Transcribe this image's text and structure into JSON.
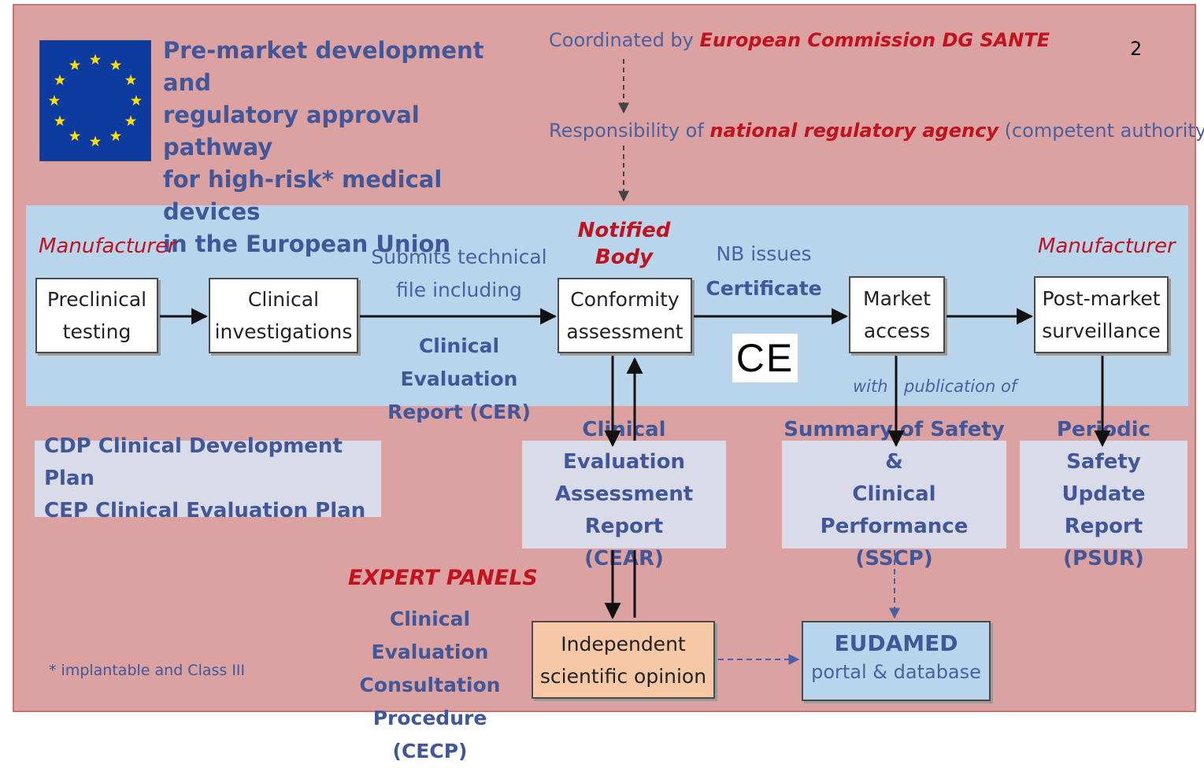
{
  "header": {
    "title_lines": "Pre-market development and\nregulatory approval pathway\nfor high-risk* medical devices\nin the European Union",
    "page_number": "2",
    "coordinated_prefix": "Coordinated by ",
    "coordinated_org": "European Commission DG SANTE",
    "responsibility_prefix": "Responsibility of ",
    "responsibility_agency": "national regulatory agency",
    "responsibility_suffix": " (competent authority)"
  },
  "roles": {
    "manufacturer_left": "Manufacturer",
    "notified_body": "Notified\nBody",
    "manufacturer_right": "Manufacturer"
  },
  "flow": {
    "preclinical": "Preclinical\ntesting",
    "clinical": "Clinical\ninvestigations",
    "conformity": "Conformity\nassessment",
    "market": "Market\naccess",
    "postmarket": "Post-market\nsurveillance"
  },
  "labels": {
    "submits": "Submits technical\nfile including",
    "cer": "Clinical Evaluation\nReport (CER)",
    "nb_issues": "NB issues",
    "certificate": "Certificate",
    "ce_mark": "CE",
    "with": "with",
    "publication_of": "publication of"
  },
  "reports": {
    "plans": "CDP Clinical Development Plan\nCEP Clinical Evaluation Plan",
    "cear": "Clinical Evaluation\nAssessment Report\n(CEAR)",
    "sscp": "Summary of Safety &\nClinical Performance\n(SSCP)",
    "psur": "Periodic Safety\nUpdate Report\n(PSUR)"
  },
  "expert": {
    "heading": "EXPERT PANELS",
    "procedure": "Clinical Evaluation\nConsultation\nProcedure (CECP)",
    "opinion": "Independent\nscientific opinion"
  },
  "eudamed": {
    "title": "EUDAMED",
    "subtitle": "portal & database"
  },
  "footnote": "* implantable and Class III",
  "colors": {
    "background": "#dba2a1",
    "band": "#b9d5ec",
    "eu_blue": "#0d3b9f",
    "eu_star": "#ffe000",
    "accent_red": "#c1121f",
    "label_blue": "#4a60a2"
  }
}
